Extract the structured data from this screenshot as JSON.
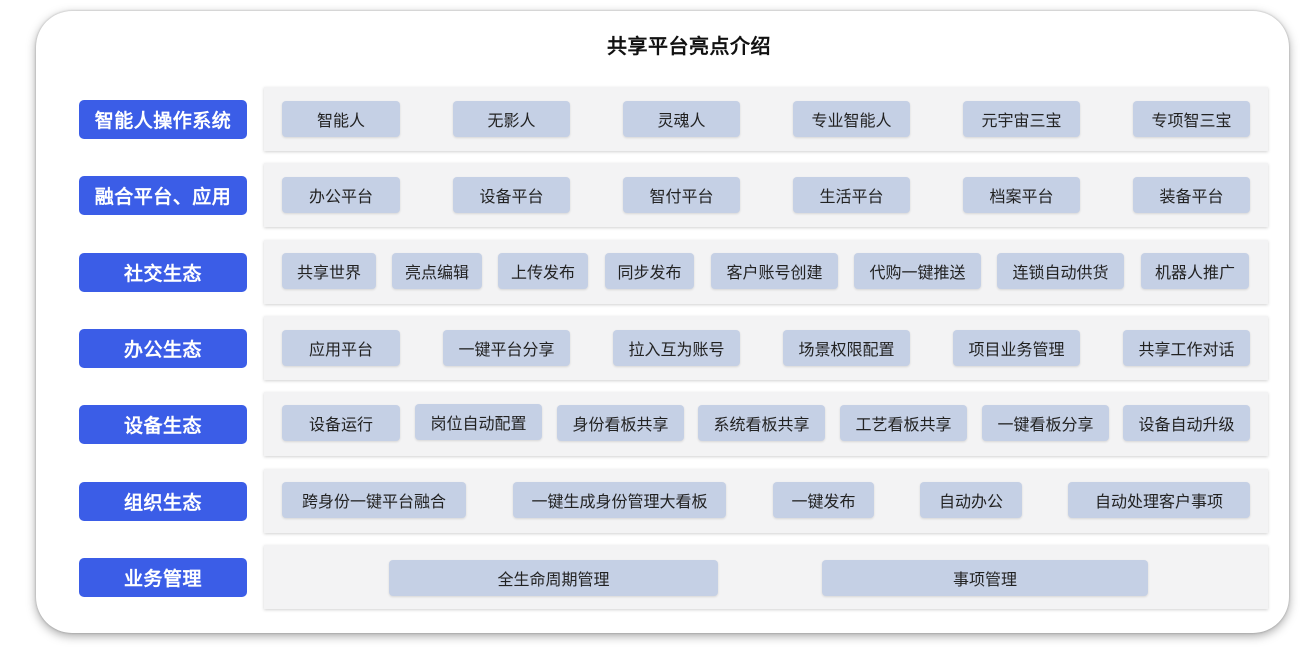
{
  "title": "共享平台亮点介绍",
  "rows": [
    {
      "label": "智能人操作系统",
      "items": [
        "智能人",
        "无影人",
        "灵魂人",
        "专业智能人",
        "元宇宙三宝",
        "专项智三宝"
      ]
    },
    {
      "label": "融合平台、应用",
      "items": [
        "办公平台",
        "设备平台",
        "智付平台",
        "生活平台",
        "档案平台",
        "装备平台"
      ]
    },
    {
      "label": "社交生态",
      "items": [
        "共享世界",
        "亮点编辑",
        "上传发布",
        "同步发布",
        "客户账号创建",
        "代购一键推送",
        "连锁自动供货",
        "机器人推广"
      ]
    },
    {
      "label": "办公生态",
      "items": [
        "应用平台",
        "一键平台分享",
        "拉入互为账号",
        "场景权限配置",
        "项目业务管理",
        "共享工作对话"
      ]
    },
    {
      "label": "设备生态",
      "items": [
        "设备运行",
        "岗位自动配置",
        "身份看板共享",
        "系统看板共享",
        "工艺看板共享",
        "一键看板分享",
        "设备自动升级"
      ]
    },
    {
      "label": "组织生态",
      "items": [
        "跨身份一键平台融合",
        "一键生成身份管理大看板",
        "一键发布",
        "自动办公",
        "自动处理客户事项"
      ]
    },
    {
      "label": "业务管理",
      "items": [
        "全生命周期管理",
        "事项管理"
      ]
    }
  ]
}
